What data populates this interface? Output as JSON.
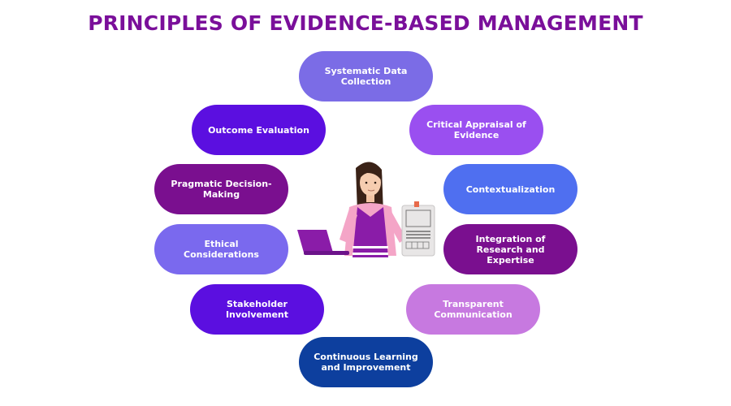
{
  "title": "PRINCIPLES OF EVIDENCE-BASED MANAGEMENT",
  "colors": {
    "title": "#7a0f9a",
    "lavender": "#7b6ce6",
    "indigo": "#5b0fe0",
    "violet": "#9a4ff0",
    "royal_blue": "#4f6ff0",
    "plum": "#7a0f8f",
    "orchid": "#c779e0",
    "navy": "#0d3f9e",
    "periwinkle": "#7a69ee"
  },
  "principles": [
    {
      "label": "Systematic Data Collection",
      "color": "#7b6ce6"
    },
    {
      "label": "Outcome Evaluation",
      "color": "#5b0fe0"
    },
    {
      "label": "Critical Appraisal of Evidence",
      "color": "#9a4ff0"
    },
    {
      "label": "Pragmatic Decision-Making",
      "color": "#7a0f8f"
    },
    {
      "label": "Contextualization",
      "color": "#4f6ff0"
    },
    {
      "label": "Ethical Considerations",
      "color": "#7a69ee"
    },
    {
      "label": "Integration of Research and Expertise",
      "color": "#7a0f8f"
    },
    {
      "label": "Stakeholder Involvement",
      "color": "#5b0fe0"
    },
    {
      "label": "Transparent Communication",
      "color": "#c779e0"
    },
    {
      "label": "Continuous Learning and Improvement",
      "color": "#0d3f9e"
    }
  ]
}
